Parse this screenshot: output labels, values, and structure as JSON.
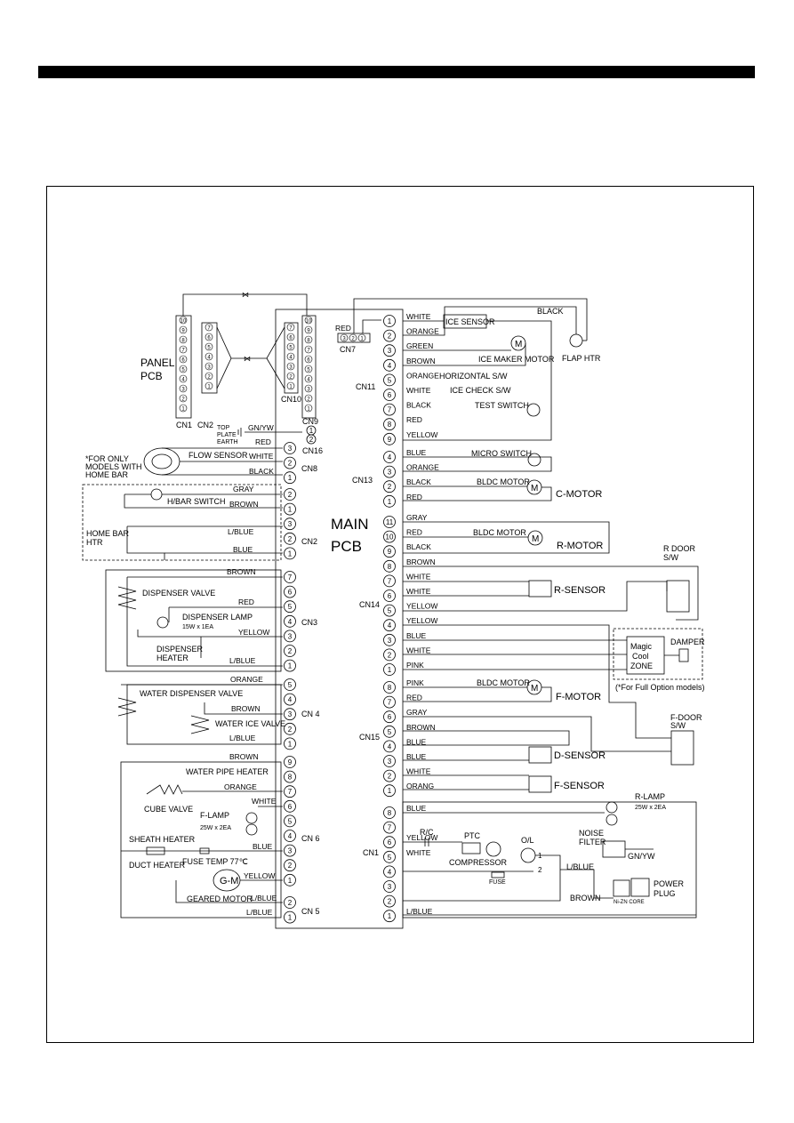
{
  "labels": {
    "main_pcb_1": "MAIN",
    "main_pcb_2": "PCB",
    "panel_pcb_1": "PANEL",
    "panel_pcb_2": "PCB",
    "cn1_panel": "CN1",
    "cn2_panel": "CN2",
    "cn10": "CN10",
    "cn9": "CN9",
    "cn7": "CN7",
    "red_cn7": "RED",
    "cn11": "CN11",
    "cn13": "CN13",
    "cn14": "CN14",
    "cn15": "CN15",
    "cn1_main": "CN1",
    "cn16": "CN16",
    "cn8": "CN8",
    "cn2_main": "CN2",
    "cn3": "CN3",
    "cn4": "CN 4",
    "cn6": "CN 6",
    "cn5": "CN 5",
    "gn_yw": "GN/YW",
    "top_plate_1": "TOP",
    "top_plate_2": "PLATE",
    "top_plate_3": "EARTH",
    "note_home_bar_1": "*FOR ONLY",
    "note_home_bar_2": "MODELS WITH",
    "note_home_bar_3": "HOME BAR",
    "flow_sensor": "FLOW SENSOR",
    "hbar_switch": "H/BAR SWITCH",
    "home_bar_htr_1": "HOME BAR",
    "home_bar_htr_2": "HTR",
    "dispenser_valve": "DISPENSER VALVE",
    "dispenser_lamp": "DISPENSER LAMP",
    "dispenser_lamp_rating": "15W x 1EA",
    "dispenser_heater_1": "DISPENSER",
    "dispenser_heater_2": "HEATER",
    "water_dispenser_valve": "WATER DISPENSER VALVE",
    "water_ice_valve": "WATER ICE VALVE",
    "water_pipe_heater": "WATER PIPE HEATER",
    "cube_valve": "CUBE VALVE",
    "f_lamp": "F-LAMP",
    "f_lamp_rating": "25W x 2EA",
    "sheath_heater": "SHEATH HEATER",
    "duct_heater": "DUCT HEATER",
    "fuse_temp": "FUSE TEMP 77℃",
    "gm": "G-M",
    "geared_motor": "GEARED MOTOR",
    "ice_sensor": "ICE SENSOR",
    "ice_maker_motor": "ICE MAKER MOTOR",
    "horizontal_sw": "HORIZONTAL S/W",
    "ice_check_sw": "ICE CHECK S/W",
    "test_switch": "TEST SWITCH",
    "flap_htr": "FLAP HTR",
    "black_top": "BLACK",
    "micro_switch": "MICRO SWITCH",
    "bldc_motor": "BLDC MOTOR",
    "c_motor": "C-MOTOR",
    "r_motor": "R-MOTOR",
    "r_sensor": "R-SENSOR",
    "r_door_sw_1": "R DOOR",
    "r_door_sw_2": "S/W",
    "magic_1": "Magic",
    "magic_2": "Cool",
    "magic_3": "ZONE",
    "damper": "DAMPER",
    "full_option": "(*For Full Option models)",
    "f_motor": "F-MOTOR",
    "f_door_1": "F-DOOR",
    "f_door_2": "S/W",
    "d_sensor": "D-SENSOR",
    "f_sensor": "F-SENSOR",
    "r_lamp": "R-LAMP",
    "r_lamp_rating": "25W x 2EA",
    "noise_filter_1": "NOISE",
    "noise_filter_2": "FILTER",
    "gn_yw_2": "GN/YW",
    "power_plug_1": "POWER",
    "power_plug_2": "PLUG",
    "ni_zn_core": "Ni-ZN CORE",
    "rc": "R/C",
    "ptc": "PTC",
    "ol": "O/L",
    "compressor": "COMPRESSOR",
    "fuse": "FUSE",
    "lblue": "L/BLUE",
    "brown": "BROWN",
    "m": "M"
  },
  "right_wires": {
    "cn11": [
      "WHITE",
      "ORANGE",
      "GREEN",
      "BROWN",
      "ORANGE",
      "WHITE",
      "BLACK",
      "RED",
      "YELLOW"
    ],
    "cn13": [
      "BLUE",
      "ORANGE",
      "BLACK",
      "RED"
    ],
    "cn14": [
      "GRAY",
      "RED",
      "BLACK",
      "BROWN",
      "WHITE",
      "WHITE",
      "YELLOW",
      "YELLOW",
      "BLUE",
      "WHITE",
      "PINK"
    ],
    "cn15": [
      "PINK",
      "RED",
      "GRAY",
      "BROWN",
      "BLUE",
      "BLUE",
      "WHITE",
      "ORANG"
    ],
    "cn1": [
      "BLUE",
      "",
      "YELLOW",
      "WHITE",
      "",
      "",
      "",
      "L/BLUE"
    ]
  },
  "left_wires": {
    "cn16": "GN/YW",
    "cn8": [
      "RED",
      "WHITE",
      "BLACK"
    ],
    "hbar": [
      "GRAY",
      "BROWN"
    ],
    "cn2": [
      "L/BLUE",
      "BLUE"
    ],
    "cn3": [
      "BROWN",
      "RED",
      "YELLOW",
      "L/BLUE"
    ],
    "cn4": [
      "ORANGE",
      "BROWN",
      "L/BLUE"
    ],
    "cn6": [
      "BROWN",
      "ORANGE",
      "WHITE",
      "BLUE",
      "YELLOW"
    ],
    "cn5": [
      "L/BLUE",
      "L/BLUE"
    ]
  },
  "right_pins": {
    "cn11": [
      "1",
      "2",
      "3",
      "4",
      "5",
      "6",
      "7",
      "8",
      "9"
    ],
    "cn13": [
      "4",
      "3",
      "2",
      "1"
    ],
    "cn14": [
      "11",
      "10",
      "9",
      "8",
      "7",
      "6",
      "5",
      "4",
      "3",
      "2",
      "1"
    ],
    "cn15": [
      "8",
      "7",
      "6",
      "5",
      "4",
      "3",
      "2",
      "1"
    ],
    "cn1": [
      "8",
      "7",
      "6",
      "5",
      "4",
      "3",
      "2",
      "1"
    ]
  },
  "left_pins": {
    "cn16": [
      "1",
      "2"
    ],
    "cn8": [
      "3",
      "2",
      "1"
    ],
    "cn2": [
      "2",
      "1",
      "3",
      "2",
      "1"
    ],
    "cn3": [
      "7",
      "6",
      "5",
      "4",
      "3",
      "2",
      "1"
    ],
    "cn4": [
      "5",
      "4",
      "3",
      "2",
      "1"
    ],
    "cn6": [
      "9",
      "8",
      "7",
      "6",
      "5",
      "4",
      "3",
      "2",
      "1"
    ],
    "cn5": [
      "2",
      "1"
    ]
  },
  "panel_pins": {
    "cn1": [
      "10",
      "9",
      "8",
      "7",
      "6",
      "5",
      "4",
      "3",
      "2",
      "1"
    ],
    "cn2": [
      "7",
      "6",
      "5",
      "4",
      "3",
      "2",
      "1"
    ],
    "cn10": [
      "7",
      "6",
      "5",
      "4",
      "3",
      "2",
      "1"
    ],
    "cn9": [
      "10",
      "9",
      "8",
      "7",
      "6",
      "5",
      "4",
      "3",
      "2",
      "1"
    ],
    "cn7": [
      "3",
      "2",
      "1"
    ]
  }
}
